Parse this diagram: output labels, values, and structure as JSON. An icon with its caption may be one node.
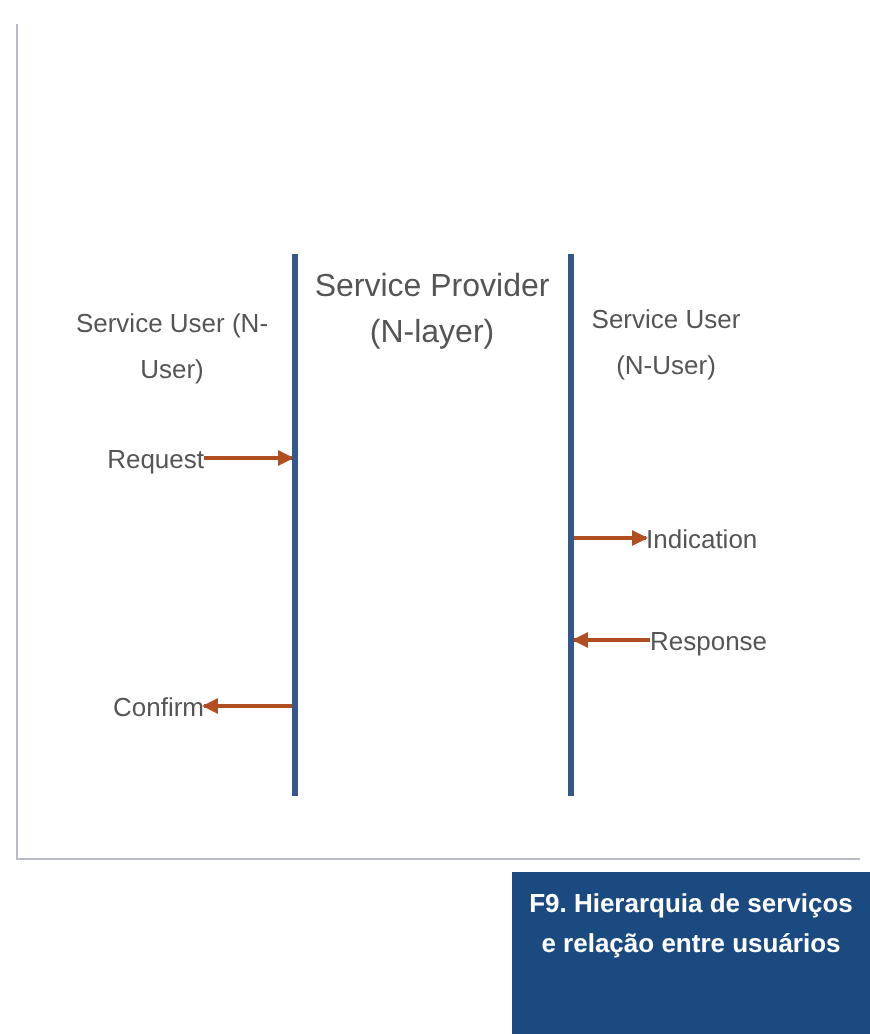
{
  "diagram": {
    "caption": "F9. Hierarquia de serviços e relação entre usuários",
    "nodes": [
      {
        "text": [],
        "shape": "bar"
      },
      {
        "text": [],
        "shape": "bar"
      },
      {
        "text": [
          "Request"
        ]
      },
      {
        "text": [
          "Confirm"
        ]
      },
      {
        "text": [
          "Indication"
        ]
      },
      {
        "text": [
          "Response"
        ]
      }
    ],
    "edges": [
      {
        "from": 2,
        "to": 0,
        "arrow": "to"
      },
      {
        "from": 0,
        "to": 3,
        "arrow": "to"
      },
      {
        "from": 1,
        "to": 4,
        "arrow": "to"
      },
      {
        "from": 5,
        "to": 1,
        "arrow": "to"
      }
    ],
    "labels": [
      "Service User (N-User)",
      "Service Provider (N-layer)",
      "Service User (N-User)"
    ]
  }
}
